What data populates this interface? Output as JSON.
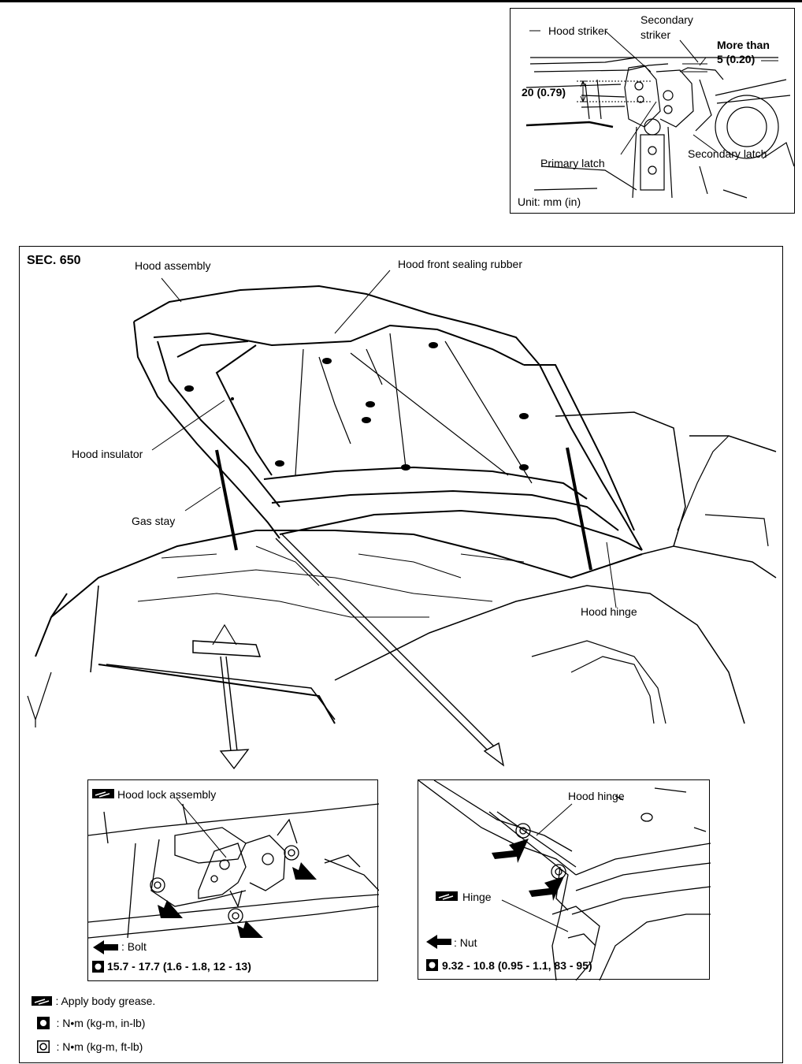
{
  "top_detail": {
    "hood_striker": "Hood striker",
    "secondary_striker_1": "Secondary",
    "secondary_striker_2": "striker",
    "more_than": "More than",
    "more_than_value": "5 (0.20)",
    "dimension": "20 (0.79)",
    "primary_latch": "Primary latch",
    "secondary_latch": "Secondary latch",
    "unit": "Unit: mm (in)"
  },
  "main": {
    "section": "SEC. 650",
    "hood_assembly": "Hood assembly",
    "hood_front_sealing_rubber": "Hood front sealing rubber",
    "hood_insulator": "Hood insulator",
    "gas_stay": "Gas stay",
    "hood_hinge": "Hood hinge"
  },
  "lock_detail": {
    "title": "Hood lock assembly",
    "bolt": ": Bolt",
    "torque": "15.7 - 17.7 (1.6 - 1.8, 12 - 13)"
  },
  "hinge_detail": {
    "title": "Hood hinge",
    "hinge": "Hinge",
    "nut": ": Nut",
    "torque": "9.32 - 10.8 (0.95 - 1.1, 83 - 95)"
  },
  "legend": {
    "grease": ": Apply body grease.",
    "nm_inlb": ": N•m (kg-m, in-lb)",
    "nm_ftlb": ": N•m (kg-m, ft-lb)"
  },
  "icons": [
    "grease-icon",
    "torque-wrench-icon",
    "arrow-left-icon"
  ]
}
